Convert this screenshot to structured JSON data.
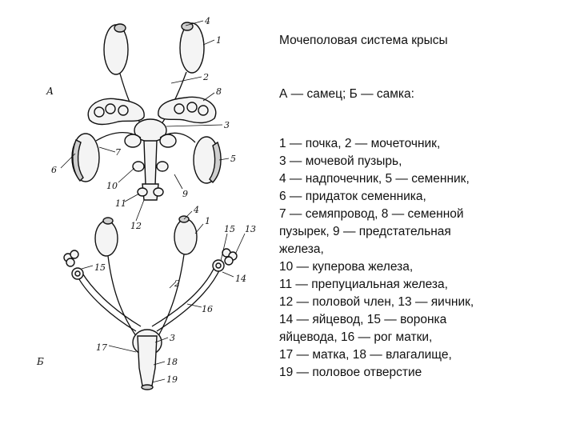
{
  "title": "Мочеполовая система крысы",
  "subtitle": "А — самец;  Б — самка:",
  "legend_lines": [
    "1 — почка, 2 — мочеточник,",
    "3 — мочевой пузырь,",
    "4 — надпочечник, 5 — семенник,",
    "6 — придаток семенника,",
    "7 — семяпровод, 8 — семенной",
    "пузырек, 9 — предстательная",
    "железа,",
    "10 — куперова железа,",
    "11 — препуциальная железа,",
    "12 — половой член, 13 — яичник,",
    "14 — яйцевод, 15 — воронка",
    "яйцевода, 16 — рог матки,",
    "17 — матка, 18 — влагалище,",
    "19 — половое отверстие"
  ],
  "figure_labels": {
    "a": "А",
    "b": "Б",
    "male": [
      "4",
      "1",
      "2",
      "8",
      "3",
      "5",
      "6",
      "7",
      "10",
      "9",
      "11",
      "12"
    ],
    "female": [
      "4",
      "1",
      "15",
      "13",
      "15",
      "14",
      "2",
      "16",
      "3",
      "17",
      "18",
      "19"
    ]
  }
}
